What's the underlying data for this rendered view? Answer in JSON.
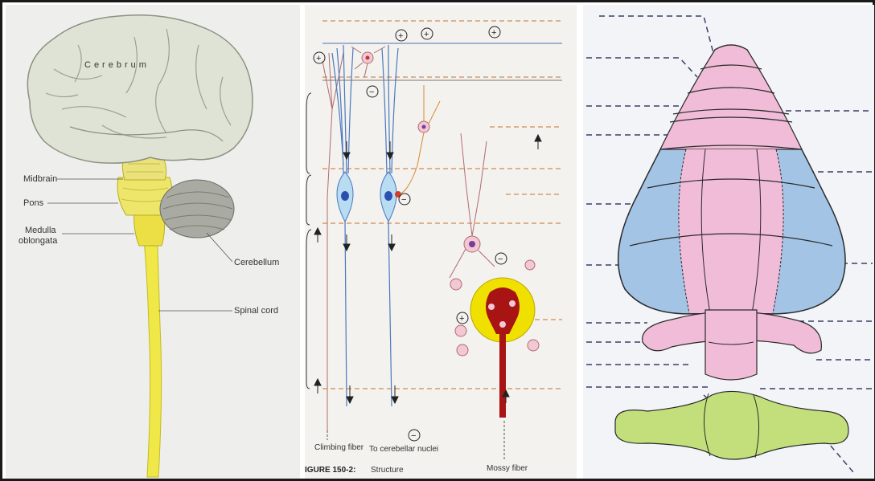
{
  "panel1": {
    "cerebrum": "Cerebrum",
    "midbrain": "Midbrain",
    "pons": "Pons",
    "medulla_line1": "Medulla",
    "medulla_line2": "oblongata",
    "cerebellum": "Cerebellum",
    "spinal_cord": "Spinal cord"
  },
  "panel2": {
    "climbing_fiber": "Climbing fiber",
    "to_nuclei": "To cerebellar nuclei",
    "mossy_fiber": "Mossy fiber",
    "figure_caption": "IGURE 150-2:",
    "caption_fragment": "Structure",
    "plus": "+",
    "minus": "−"
  },
  "colors": {
    "brain": "#dfe3d6",
    "spinal": "#f0e848",
    "cerebellum": "#a9aaa2",
    "pink": "#f1bcd8",
    "blue": "#a4c4e6",
    "green": "#c2df7c",
    "purkinje": "#b8dcf2",
    "nucleus_blue": "#2a4fb0",
    "mossy_red": "#a81414",
    "glomerulus_yellow": "#f0e000",
    "dashed": "#c9702a"
  }
}
